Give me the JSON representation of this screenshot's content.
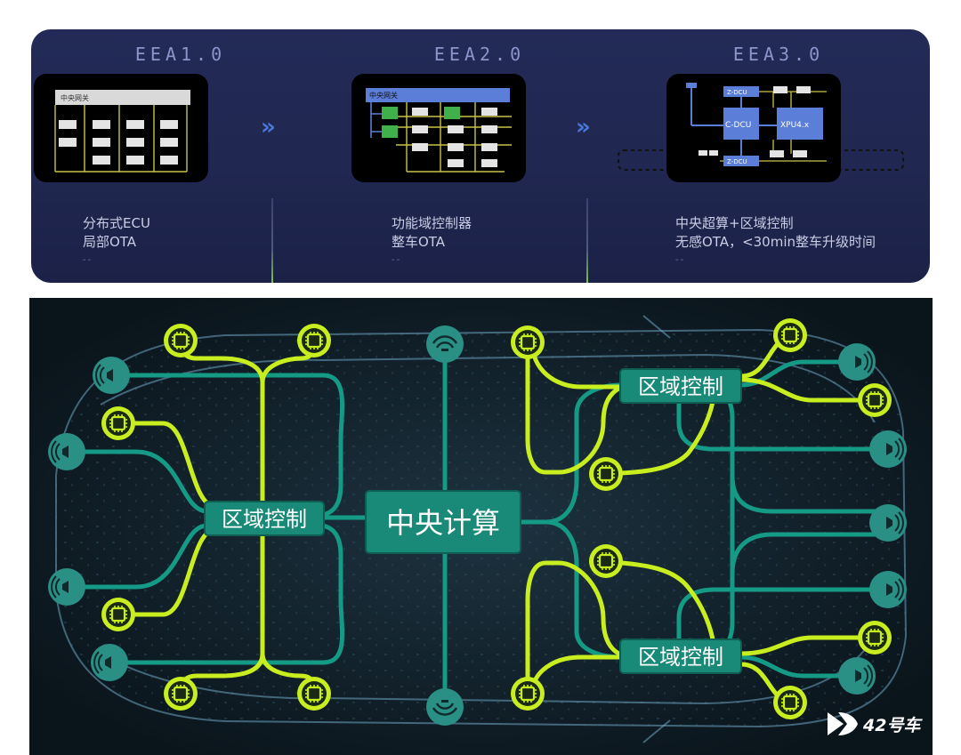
{
  "top": {
    "stages": [
      {
        "title": "EEA1.0",
        "gateway_label": "中央网关",
        "desc_line1": "分布式ECU",
        "desc_line2": "局部OTA",
        "dash": "--"
      },
      {
        "title": "EEA2.0",
        "gateway_label": "中央网关",
        "desc_line1": "功能域控制器",
        "desc_line2": "整车OTA",
        "dash": "--"
      },
      {
        "title": "EEA3.0",
        "chip_cdcu": "C-DCU",
        "chip_xpu": "XPU4.x",
        "chip_zdcu_top": "Z-DCU",
        "chip_zdcu_bottom": "Z-DCU",
        "desc_line1": "中央超算+区域控制",
        "desc_line2": "无感OTA，<30min整车升级时间",
        "dash": "--"
      }
    ],
    "arrow_symbol": "»"
  },
  "diagram": {
    "central_label": "中央计算",
    "zone_left_label": "区域控制",
    "zone_right_top_label": "区域控制",
    "zone_right_bottom_label": "区域控制",
    "colors": {
      "teal_line": "#159a86",
      "lime_line": "#c8ee1f",
      "box_fill": "#1a8a78",
      "speaker_fill": "#2a8f84"
    },
    "logo_text": "42号车"
  }
}
